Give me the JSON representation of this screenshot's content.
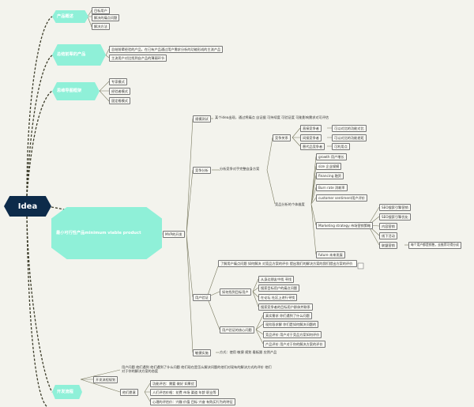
{
  "root": "Idea",
  "branches": {
    "b1": "产品概述",
    "b2": "总结前辈的产品",
    "b3": "思维导图框架",
    "b4": "最小可行性产品minimum viable product",
    "b5": "开发流程"
  },
  "b1_items": [
    "目标用户",
    "解决的痛点问题",
    "解决方法"
  ],
  "b2_items": [
    "总结前辈经验的产品，在已有产品通过用户需求分析的功能形成的主流产品",
    "主流用户对比找到自产品的薄弱环节"
  ],
  "b3_items": [
    "专家模式",
    "经验者模式",
    "固定格模式"
  ],
  "b4_label": "MVP的开发",
  "mvp": {
    "scope": "规模测试",
    "scope_note": "某个idea出现，通过将痛点 自证据 可持续度 可验证度 可能影响需求对可评估",
    "compete": "竞争分析",
    "compete_note": "分析竞争对手完整自身方案",
    "rel": "竞争关系",
    "rel_items": [
      "直接竞争者",
      "间接竞争者",
      "替代品竞争者"
    ],
    "rel_notes": [
      "可以对比的功能对比",
      "可以对比的功能差距",
      "可利用点"
    ],
    "growth": "竞品分析的个体维度",
    "growth_items": [
      "growth 用户增长",
      "size 企业规模",
      "financing 融资",
      "Burn rate 消耗率",
      "customer sentiment用户评价",
      "Marketing strategy 市场营销策略",
      "future 未来发展"
    ],
    "marketing": [
      "SEO搜索引擎营销",
      "SEO搜索引擎优化",
      "内容营销",
      "线下活动",
      "联盟营销"
    ],
    "affiliate_note": "每个用户都是销售，去推荐可得分成",
    "user_research": "用户验证",
    "ur_note": "了解用户痛点问题 如何解决 对竞品方案的评价 提出我们的解决方案的我们提出方案的评价",
    "find_user": "如何找到目标用户",
    "find_items": [
      "从身边朋友中找 寻找",
      "搜索目标用户的痛点问题",
      "在论坛 社区上进行寻找",
      "搜索竞争者的目标用户群体并联系"
    ],
    "interview": "用户验证的核心问题",
    "interview_items": [
      "真实需求  你们遇到了什么问题",
      "现阶段求解  你们是如何解决问题的",
      "竞品评价  用户对于竞品方案如何评价",
      "产品评价  用户对于你的解决方案的评价"
    ],
    "agile": "敏捷实施",
    "agile_note": "方式：使用 敏捷 规划 看板跟 应然产品"
  },
  "dev": {
    "flow": "开发流程规划",
    "flow_note": "用户问题 他们遇到 他们遇到了什么问题 他们现在是怎么解决问题的他们对现有的解决方式的评价 他们对于你的解决方案的态度",
    "plan": "他们愿意",
    "plan_items": [
      "功能评估：需要 做好 如果优",
      "人们评估价格：花费 市场 渠道 年龄 职业等",
      "心理的评估价：兴趣 价值 目标 兴奋 有购买行为的特征"
    ]
  }
}
